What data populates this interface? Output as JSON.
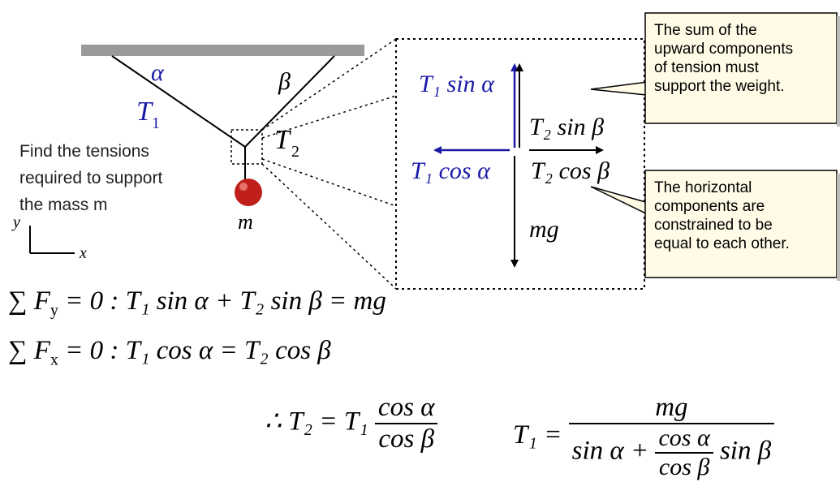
{
  "diagram": {
    "labels": {
      "alpha": "α",
      "beta": "β",
      "t1": "T",
      "t1_sub": "1",
      "t2": "T",
      "t2_sub": "2",
      "mass": "m",
      "axis_y": "y",
      "axis_x": "x"
    },
    "problem_text": [
      "Find the tensions",
      "required to support",
      "the mass m"
    ],
    "inset": {
      "t1_sin": "T₁ sin α",
      "t2_sin": "T₂ sin β",
      "t1_cos": "T₁ cos α",
      "t2_cos": "T₂ cos β",
      "mg": "mg"
    },
    "callouts": {
      "top": [
        "The sum of the",
        "upward components",
        "of tension must",
        "support the weight."
      ],
      "bottom": [
        "The horizontal",
        "components are",
        "constrained to be",
        "equal to each other."
      ]
    },
    "equations": {
      "sum_fy": "∑ F",
      "sum_fy_sub": "y",
      "sum_fy_rest": " = 0 : T₁ sin α + T₂ sin β = mg",
      "sum_fx": "∑ F",
      "sum_fx_sub": "x",
      "sum_fx_rest": " = 0 : T₁ cos α = T₂ cos β",
      "therefore_lhs": "∴  T₂ = T₁",
      "t2_num": "cos α",
      "t2_den": "cos β",
      "t1_lhs": "T₁ =",
      "t1_num": "mg",
      "t1_den_a": "sin α +",
      "t1_den_frac_num": "cos α",
      "t1_den_frac_den": "cos β",
      "t1_den_b": "sin β"
    },
    "colors": {
      "ceiling": "#9a9a9a",
      "mass": "#c0201a",
      "blue": "#1a1aa8",
      "callout_bg": "#fffbe6"
    }
  }
}
